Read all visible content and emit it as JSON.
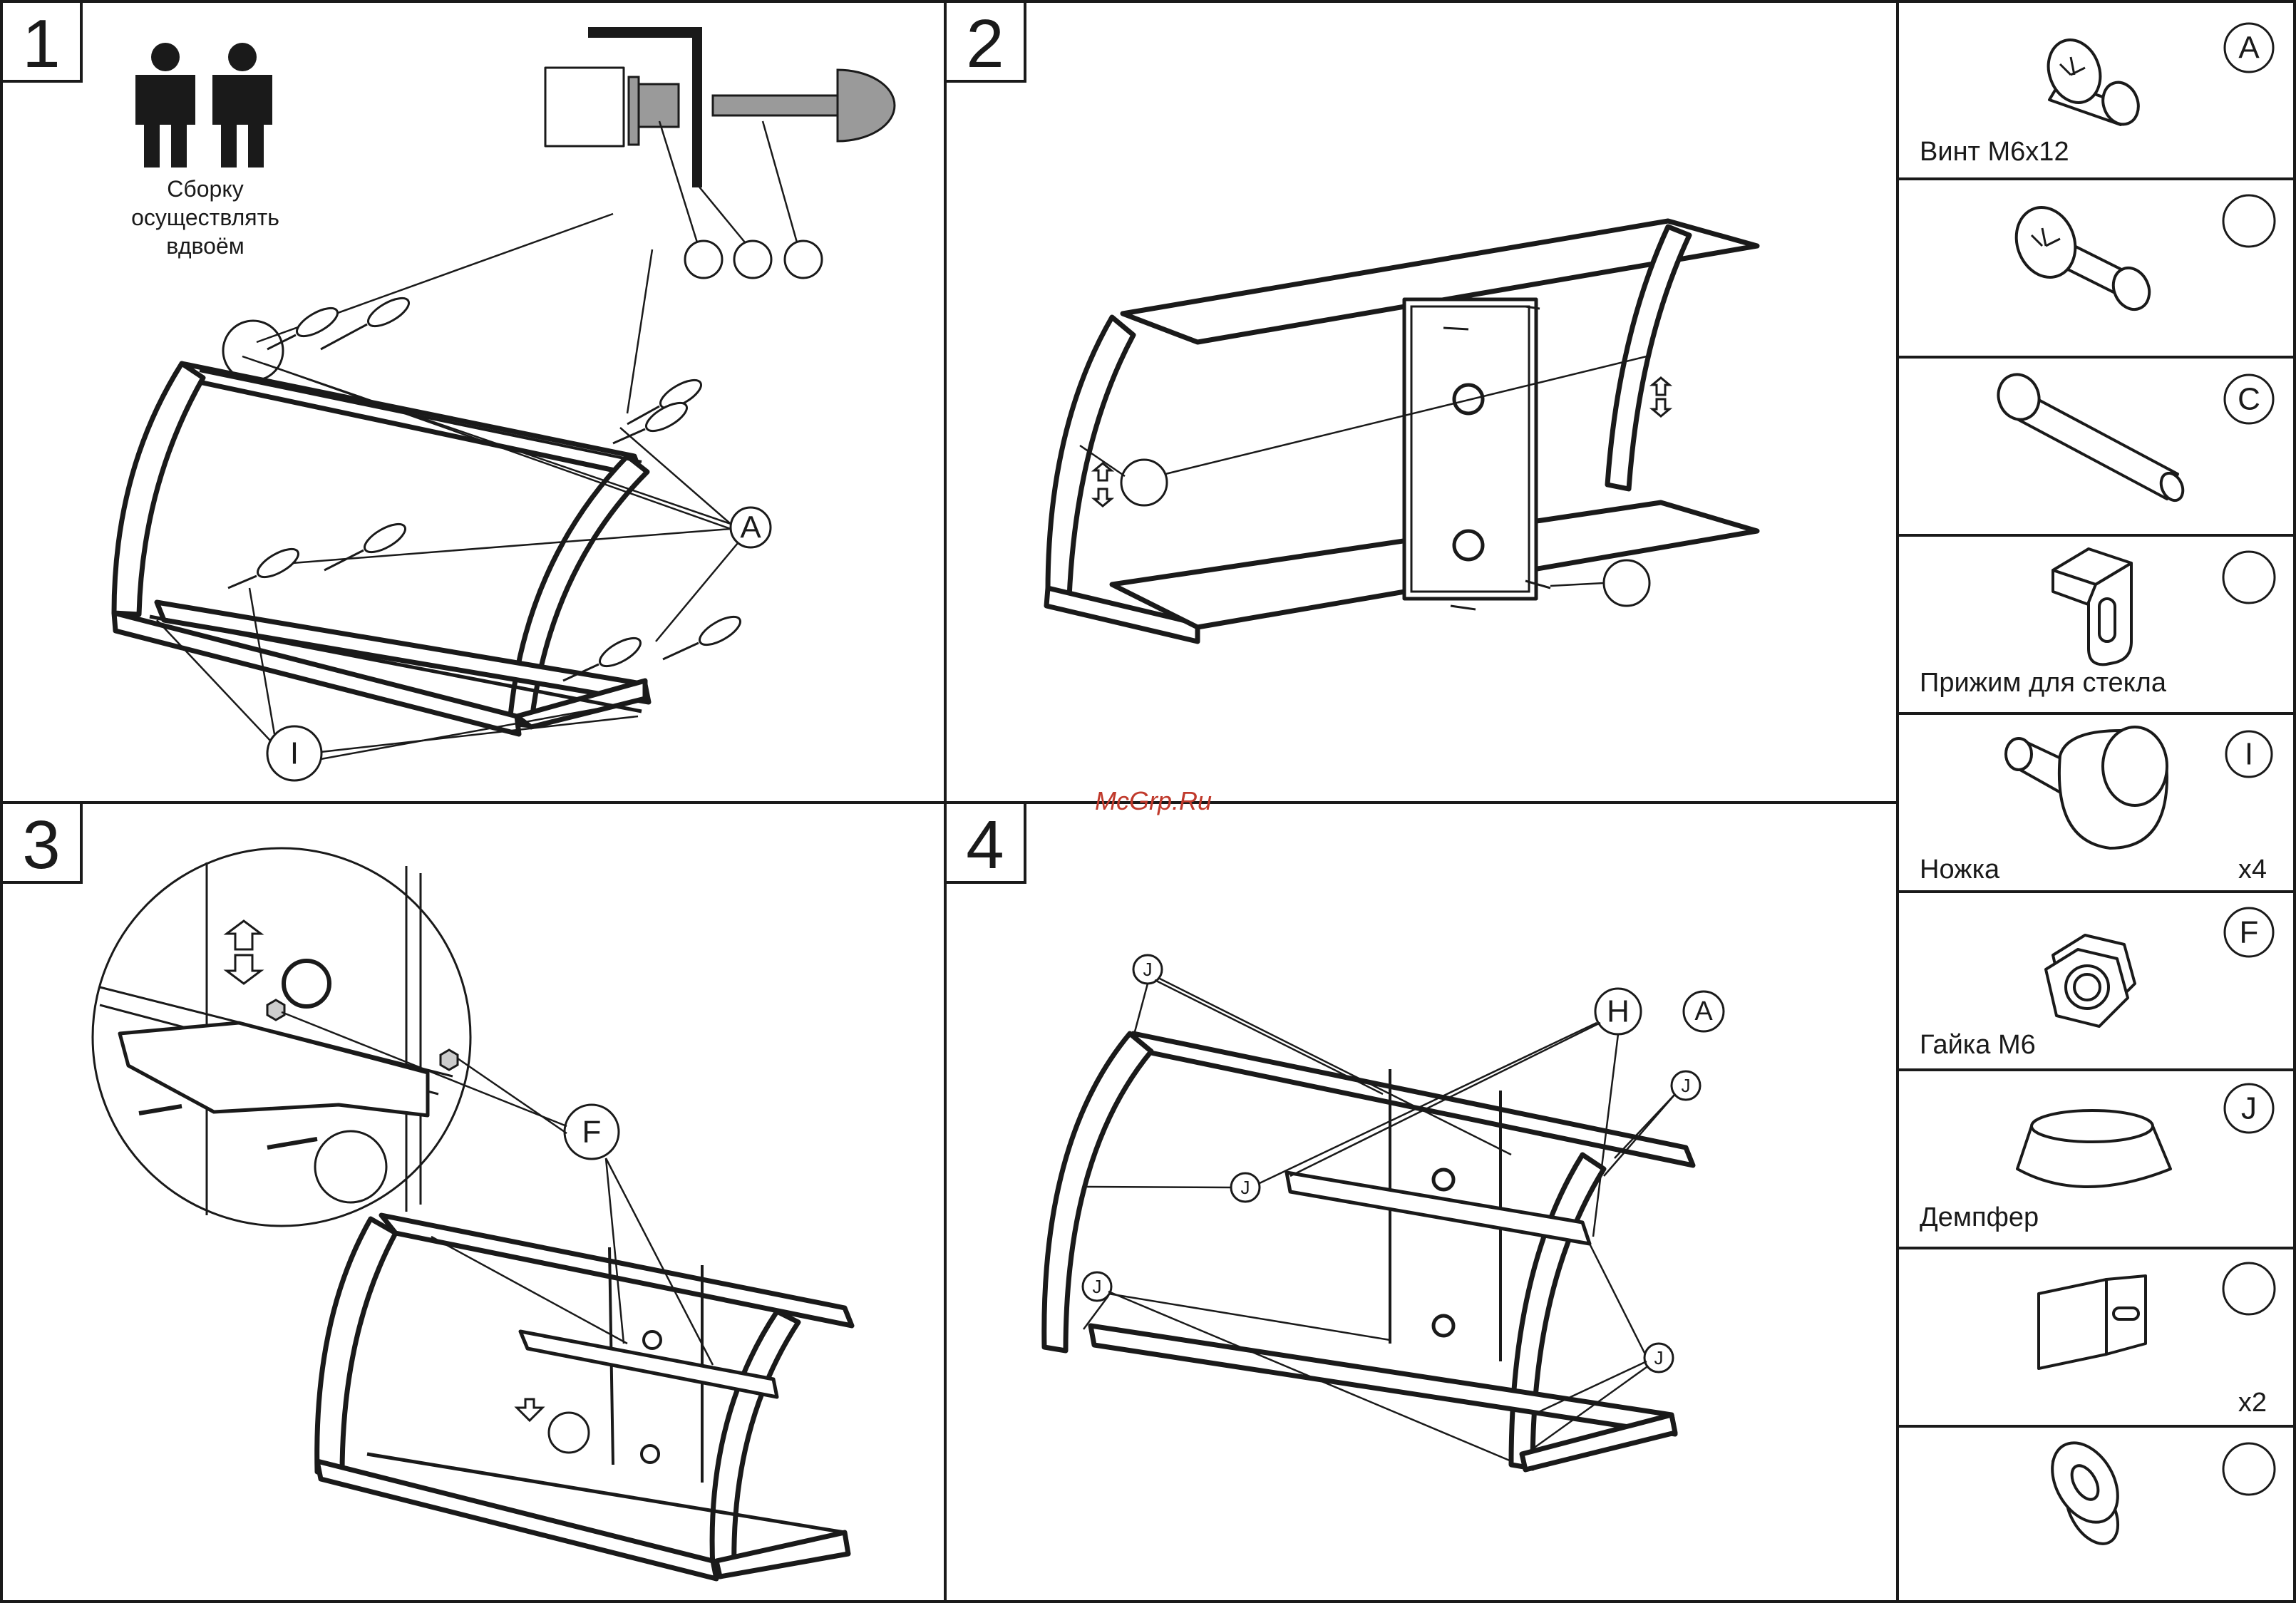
{
  "panels": [
    {
      "number": "1"
    },
    {
      "number": "2"
    },
    {
      "number": "3"
    },
    {
      "number": "4"
    }
  ],
  "assembly_note": {
    "lines": [
      "Сборку",
      "осуществлять",
      "вдвоём"
    ],
    "icon": "two-people-icon"
  },
  "callouts": {
    "step1": [
      "A",
      "I"
    ],
    "step3": [
      "F"
    ],
    "step4": [
      "J",
      "H",
      "A"
    ]
  },
  "parts": [
    {
      "letter": "A",
      "name": "Винт М6x12",
      "qty": "",
      "icon": "screw-m6x12-icon"
    },
    {
      "letter": "",
      "name": "",
      "qty": "",
      "icon": "screw-long-icon"
    },
    {
      "letter": "C",
      "name": "",
      "qty": "",
      "icon": "pin-icon"
    },
    {
      "letter": "",
      "name": "Прижим для стекла",
      "qty": "",
      "icon": "glass-clamp-icon"
    },
    {
      "letter": "I",
      "name": "Ножка",
      "qty": "x4",
      "icon": "leg-icon"
    },
    {
      "letter": "F",
      "name": "Гайка М6",
      "qty": "",
      "icon": "hex-nut-icon"
    },
    {
      "letter": "J",
      "name": "Демпфер",
      "qty": "",
      "icon": "damper-icon"
    },
    {
      "letter": "",
      "name": "",
      "qty": "x2",
      "icon": "corner-bracket-icon"
    },
    {
      "letter": "",
      "name": "",
      "qty": "",
      "icon": "bushing-icon"
    }
  ],
  "watermark": "McGrp.Ru"
}
